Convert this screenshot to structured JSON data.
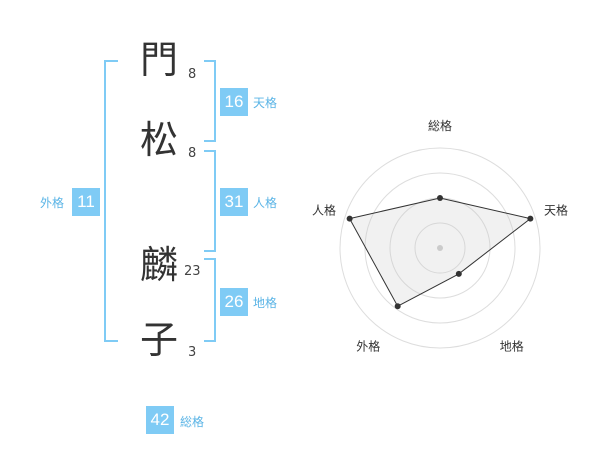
{
  "name": {
    "chars": [
      {
        "char": "門",
        "strokes": "8"
      },
      {
        "char": "松",
        "strokes": "8"
      },
      {
        "char": "麟",
        "strokes": "23"
      },
      {
        "char": "子",
        "strokes": "3"
      }
    ]
  },
  "fortune": {
    "tenkaku": {
      "value": "16",
      "label": "天格"
    },
    "jinkaku": {
      "value": "31",
      "label": "人格"
    },
    "chikaku": {
      "value": "26",
      "label": "地格"
    },
    "gaikaku": {
      "value": "11",
      "label": "外格"
    },
    "soukaku": {
      "value": "42",
      "label": "総格"
    }
  },
  "colors": {
    "accent": "#7fcbf5",
    "accent_text": "#5ab4e6",
    "text": "#333333"
  },
  "chart_data": {
    "type": "radar",
    "axes": [
      "総格",
      "天格",
      "地格",
      "外格",
      "人格"
    ],
    "values": [
      0.5,
      0.95,
      0.32,
      0.72,
      0.95
    ],
    "scale_rings": 4
  }
}
